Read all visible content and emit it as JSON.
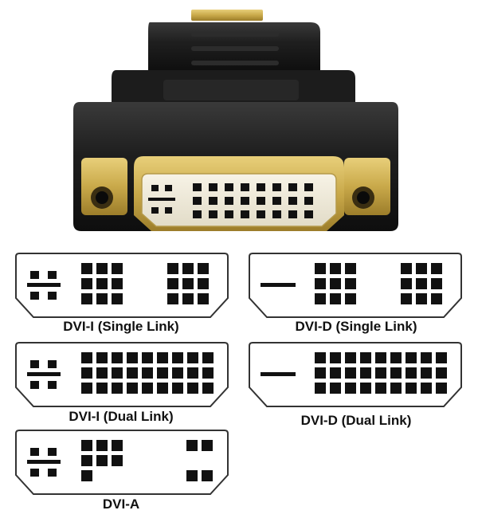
{
  "diagrams": [
    {
      "label": "DVI-I (Single Link)",
      "type": "dvi-i",
      "link": "single"
    },
    {
      "label": "DVI-D (Single Link)",
      "type": "dvi-d",
      "link": "single"
    },
    {
      "label": "DVI-I (Dual Link)",
      "type": "dvi-i",
      "link": "dual"
    },
    {
      "label": "DVI-D (Dual Link)",
      "type": "dvi-d",
      "link": "dual"
    },
    {
      "label": "DVI-A",
      "type": "dvi-a",
      "link": "analog"
    }
  ],
  "colors": {
    "background": "#ffffff",
    "plastic": "#1b1b1b",
    "gold": "#c9a94a",
    "pin": "#111111"
  }
}
